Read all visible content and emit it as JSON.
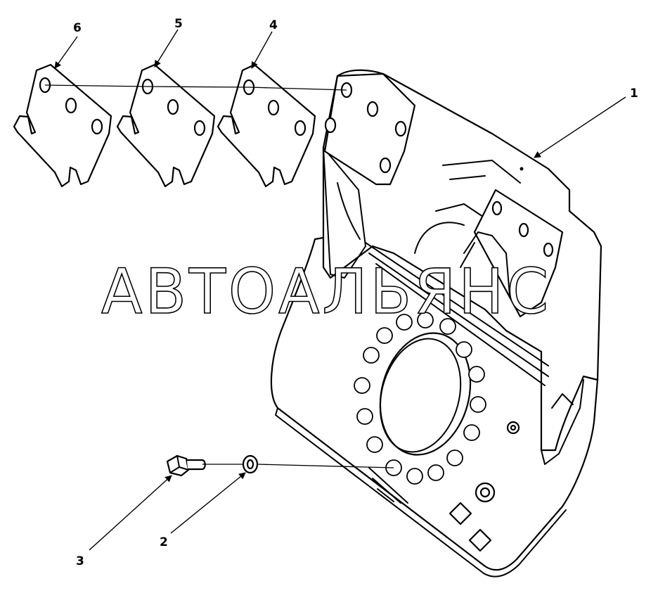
{
  "callouts": {
    "c1": "1",
    "c2": "2",
    "c3": "3",
    "c4": "4",
    "c5": "5",
    "c6": "6"
  },
  "watermark": "АВТОАЛЬЯНС",
  "colors": {
    "line": "#000000",
    "background": "#ffffff"
  }
}
